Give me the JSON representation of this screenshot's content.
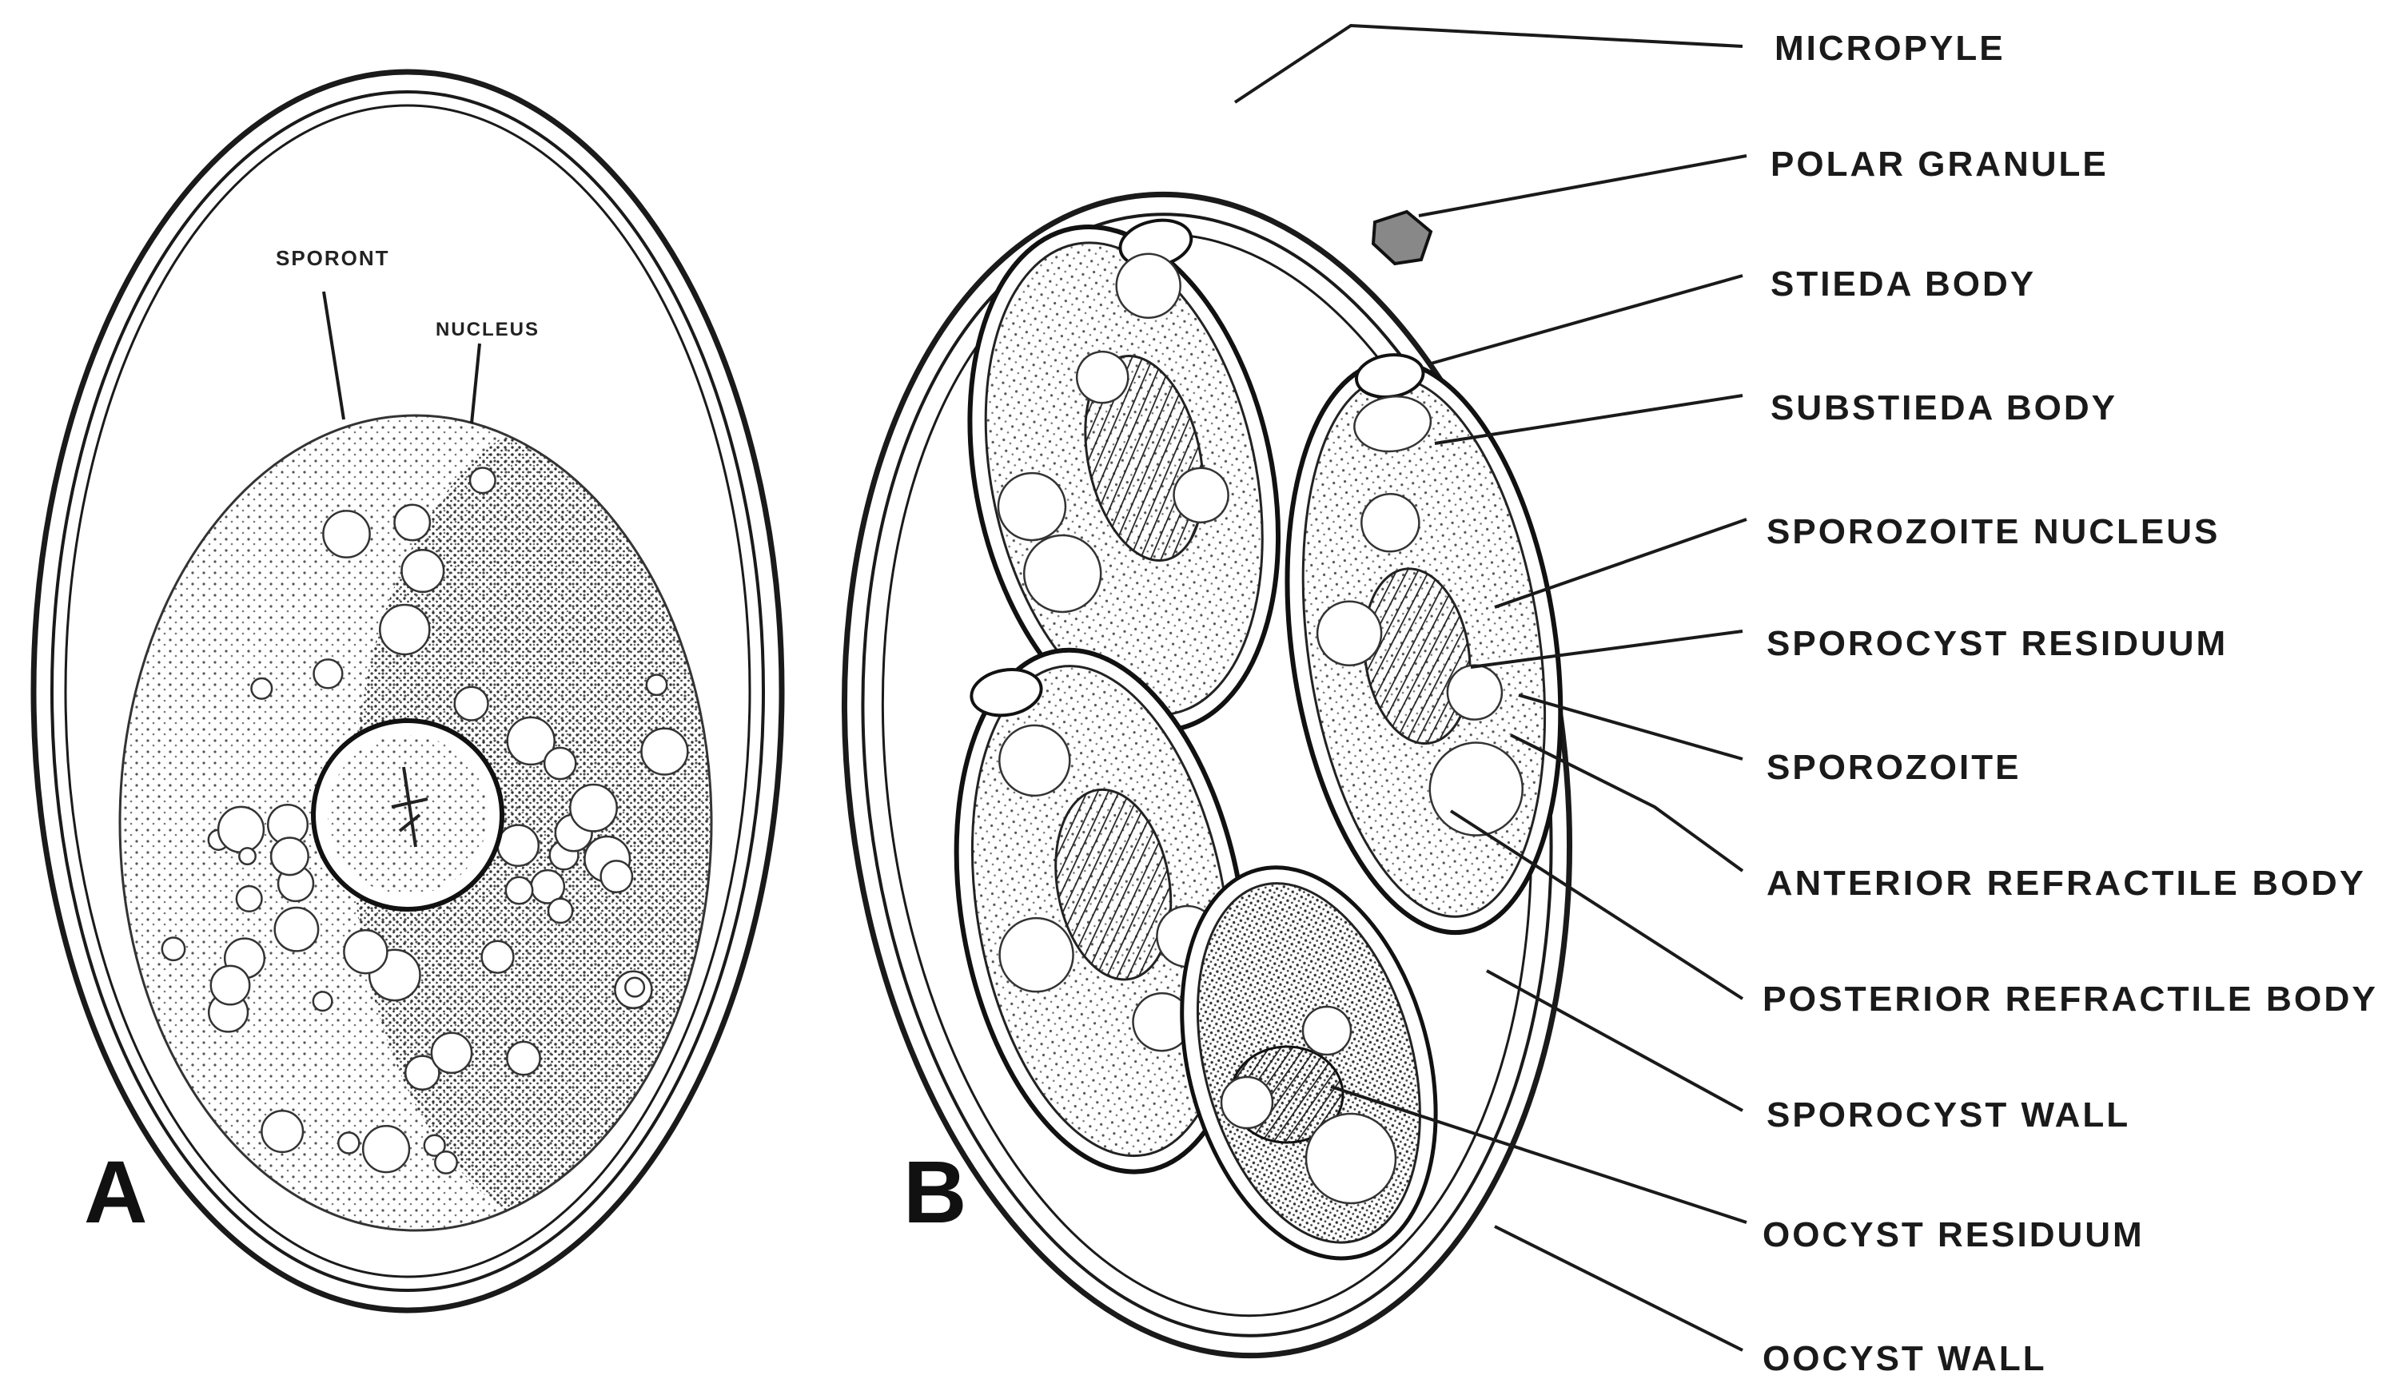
{
  "figure": {
    "panel_a": {
      "letter": "A",
      "labels": {
        "sporont": "SPORONT",
        "nucleus": "NUCLEUS"
      }
    },
    "panel_b": {
      "letter": "B",
      "labels": [
        "MICROPYLE",
        "POLAR GRANULE",
        "STIEDA BODY",
        "SUBSTIEDA BODY",
        "SPOROZOITE NUCLEUS",
        "SPOROCYST RESIDUUM",
        "SPOROZOITE",
        "ANTERIOR REFRACTILE BODY",
        "POSTERIOR REFRACTILE BODY",
        "SPOROCYST WALL",
        "OOCYST RESIDUUM",
        "OOCYST WALL"
      ]
    },
    "colors": {
      "ink": "#1a1a1a",
      "background": "#ffffff",
      "stipple": "#555555"
    }
  }
}
